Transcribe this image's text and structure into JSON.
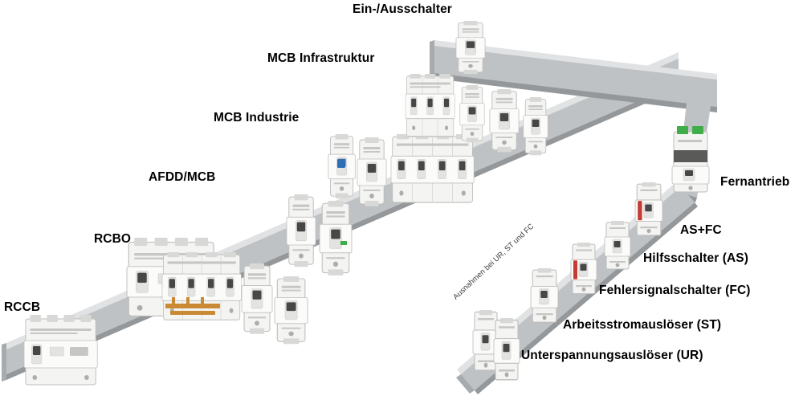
{
  "diagram": {
    "labels": {
      "ein_ausschalter": "Ein-/Ausschalter",
      "mcb_infrastruktur": "MCB Infrastruktur",
      "mcb_industrie": "MCB Industrie",
      "afdd_mcb": "AFDD/MCB",
      "rcbo": "RCBO",
      "rccb": "RCCB",
      "fernantrieb": "Fernantrieb",
      "as_fc": "AS+FC",
      "hilfsschalter": "Hilfsschalter (AS)",
      "fehlersignalschalter": "Fehlersignalschalter (FC)",
      "arbeitsstromausloeser": "Arbeitsstromauslöser (ST)",
      "unterspannungsausloeser": "Unterspannungsauslöser (UR)",
      "rail_note": "Ausnahmen bei UR, ST und FC"
    },
    "colors": {
      "bg": "#ffffff",
      "rail-front": "#bfc2c4",
      "rail-top": "#e0e2e3",
      "rail-dark": "#95989b",
      "rail-cap": "#a8abad",
      "dev-body": "#f4f4f2",
      "dev-face": "#fbfbfa",
      "dev-cap": "#d8d8d6",
      "dev-edge": "#bdbdbb",
      "dev-slot": "#e3e3e1",
      "dev-toggle": "#474747",
      "dev-line": "#c6c6c4",
      "dev-screw": "#adadab",
      "dev-dark": "#5a5a58",
      "accent-green": "#3fae49",
      "accent-red": "#c63a32",
      "accent-blue": "#2f6fb8",
      "accent-copper": "#c98a33",
      "text": "#000000",
      "note-text": "#3c3c3c"
    }
  }
}
